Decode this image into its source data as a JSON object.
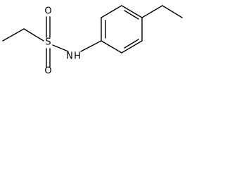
{
  "molecule": {
    "atoms": {
      "sulfur": "S",
      "oxygen_top": "O",
      "oxygen_bottom": "O",
      "nitrogen": "N",
      "hydrogen": "H"
    },
    "bond_color": "#000000",
    "background": "#ffffff"
  }
}
